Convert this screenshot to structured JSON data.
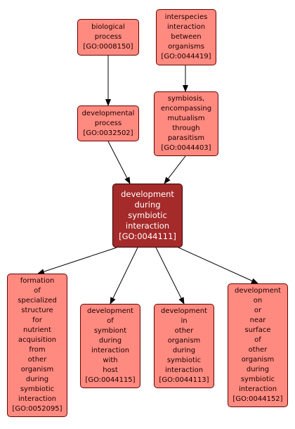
{
  "colors": {
    "node_fill": "#ff8a80",
    "focus_fill": "#a52a2a",
    "border": "#6b0000",
    "edge": "#000000"
  },
  "nodes": [
    {
      "id": "GO:0008150",
      "lines": [
        "biological",
        "process",
        "[GO:0008150]"
      ]
    },
    {
      "id": "GO:0044419",
      "lines": [
        "interspecies",
        "interaction",
        "between",
        "organisms",
        "[GO:0044419]"
      ]
    },
    {
      "id": "GO:0032502",
      "lines": [
        "developmental",
        "process",
        "[GO:0032502]"
      ]
    },
    {
      "id": "GO:0044403",
      "lines": [
        "symbiosis,",
        "encompassing",
        "mutualism",
        "through",
        "parasitism",
        "[GO:0044403]"
      ]
    },
    {
      "id": "GO:0044111",
      "focus": true,
      "lines": [
        "development",
        "during",
        "symbiotic",
        "interaction",
        "[GO:0044111]"
      ]
    },
    {
      "id": "GO:0052095",
      "lines": [
        "formation",
        "of",
        "specialized",
        "structure",
        "for",
        "nutrient",
        "acquisition",
        "from",
        "other",
        "organism",
        "during",
        "symbiotic",
        "interaction",
        "[GO:0052095]"
      ]
    },
    {
      "id": "GO:0044115",
      "lines": [
        "development",
        "of",
        "symbiont",
        "during",
        "interaction",
        "with",
        "host",
        "[GO:0044115]"
      ]
    },
    {
      "id": "GO:0044113",
      "lines": [
        "development",
        "in",
        "other",
        "organism",
        "during",
        "symbiotic",
        "interaction",
        "[GO:0044113]"
      ]
    },
    {
      "id": "GO:0044152",
      "lines": [
        "development",
        "on",
        "or",
        "near",
        "surface",
        "of",
        "other",
        "organism",
        "during",
        "symbiotic",
        "interaction",
        "[GO:0044152]"
      ]
    }
  ],
  "edges": [
    {
      "from": "GO:0008150",
      "to": "GO:0032502"
    },
    {
      "from": "GO:0044419",
      "to": "GO:0044403"
    },
    {
      "from": "GO:0032502",
      "to": "GO:0044111"
    },
    {
      "from": "GO:0044403",
      "to": "GO:0044111"
    },
    {
      "from": "GO:0044111",
      "to": "GO:0052095"
    },
    {
      "from": "GO:0044111",
      "to": "GO:0044115"
    },
    {
      "from": "GO:0044111",
      "to": "GO:0044113"
    },
    {
      "from": "GO:0044111",
      "to": "GO:0044152"
    }
  ]
}
